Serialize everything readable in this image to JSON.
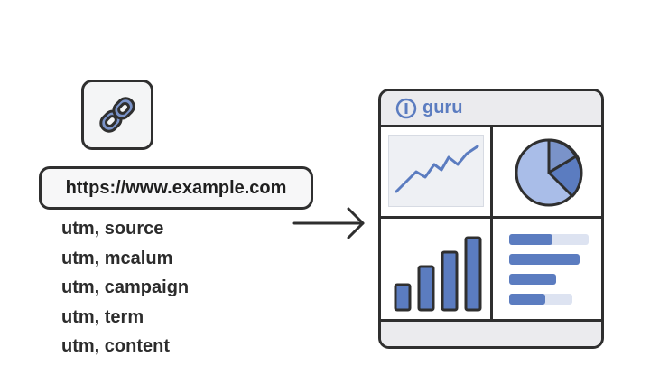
{
  "url_box": {
    "text": "https://www.example.com"
  },
  "utm_params": [
    "utm, source",
    "utm, mcalum",
    "utm, campaign",
    "utm, term",
    "utm, content"
  ],
  "dashboard": {
    "brand": "guru",
    "colors": {
      "accent": "#5b7cc0",
      "accent_light": "#a9bde8",
      "track": "#dde3f1",
      "outline": "#2f2f2f",
      "panel_bg": "#ebebee"
    }
  },
  "icons": {
    "link": "link-icon",
    "arrow": "arrow-right-icon",
    "brand_logo": "guru-logo-icon"
  }
}
